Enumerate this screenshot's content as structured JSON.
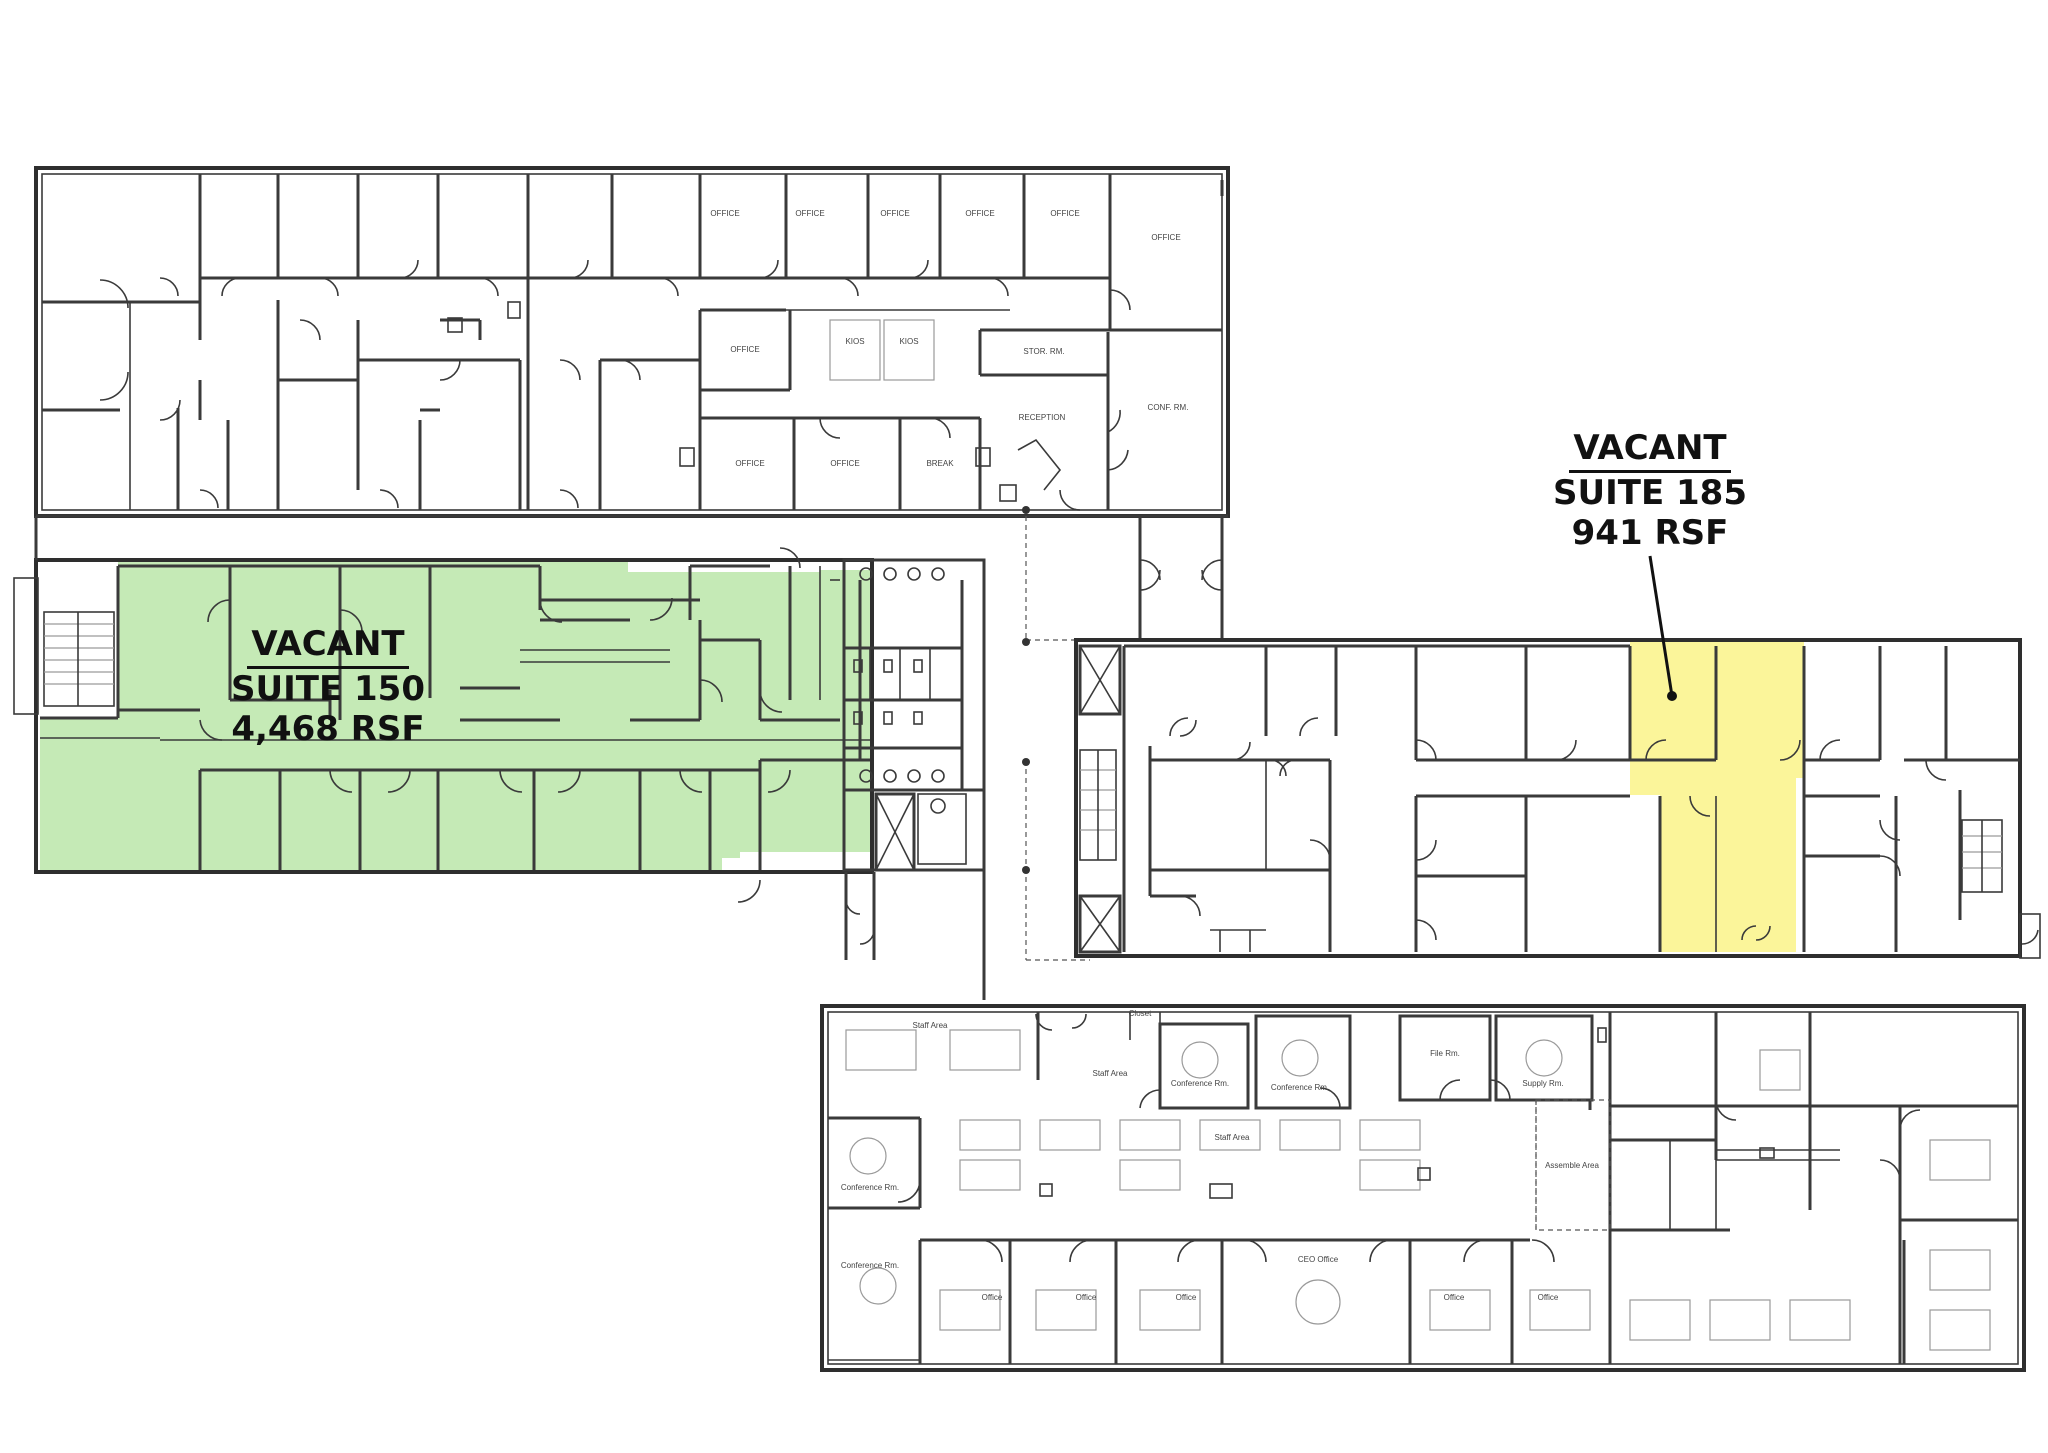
{
  "suites": [
    {
      "status": "VACANT",
      "suite": "SUITE 150",
      "area": "4,468 RSF",
      "highlight_color": "#c5eab6"
    },
    {
      "status": "VACANT",
      "suite": "SUITE 185",
      "area": "941 RSF",
      "highlight_color": "#fbf59a"
    }
  ],
  "colors": {
    "wall": "#3a3a3a",
    "background": "#ffffff",
    "label": "#111111"
  },
  "rooms": {
    "office_1": "OFFICE",
    "office_2": "OFFICE",
    "office_3": "OFFICE",
    "office_4": "OFFICE",
    "office_5": "OFFICE",
    "office_6": "OFFICE",
    "office_7": "OFFICE",
    "office_8": "OFFICE",
    "office_9": "OFFICE",
    "kiosk_1": "KIOS",
    "kiosk_2": "KIOS",
    "stor": "STOR. RM.",
    "reception": "RECEPTION",
    "conf_rm": "CONF. RM.",
    "break": "BREAK",
    "staff_area_1": "Staff Area",
    "staff_area_2": "Staff Area",
    "staff_area_3": "Staff Area",
    "conf_1": "Conference Rm.",
    "conf_2": "Conference Rm.",
    "conf_3": "Conference Rm.",
    "conf_4": "Conference Rm.",
    "file_rm": "File Rm.",
    "supply_rm": "Supply Rm.",
    "assemble": "Assemble Area",
    "ceo": "CEO Office",
    "office_b1": "Office",
    "office_b2": "Office",
    "office_b3": "Office",
    "office_b4": "Office",
    "office_b5": "Office",
    "closet": "Closet"
  }
}
